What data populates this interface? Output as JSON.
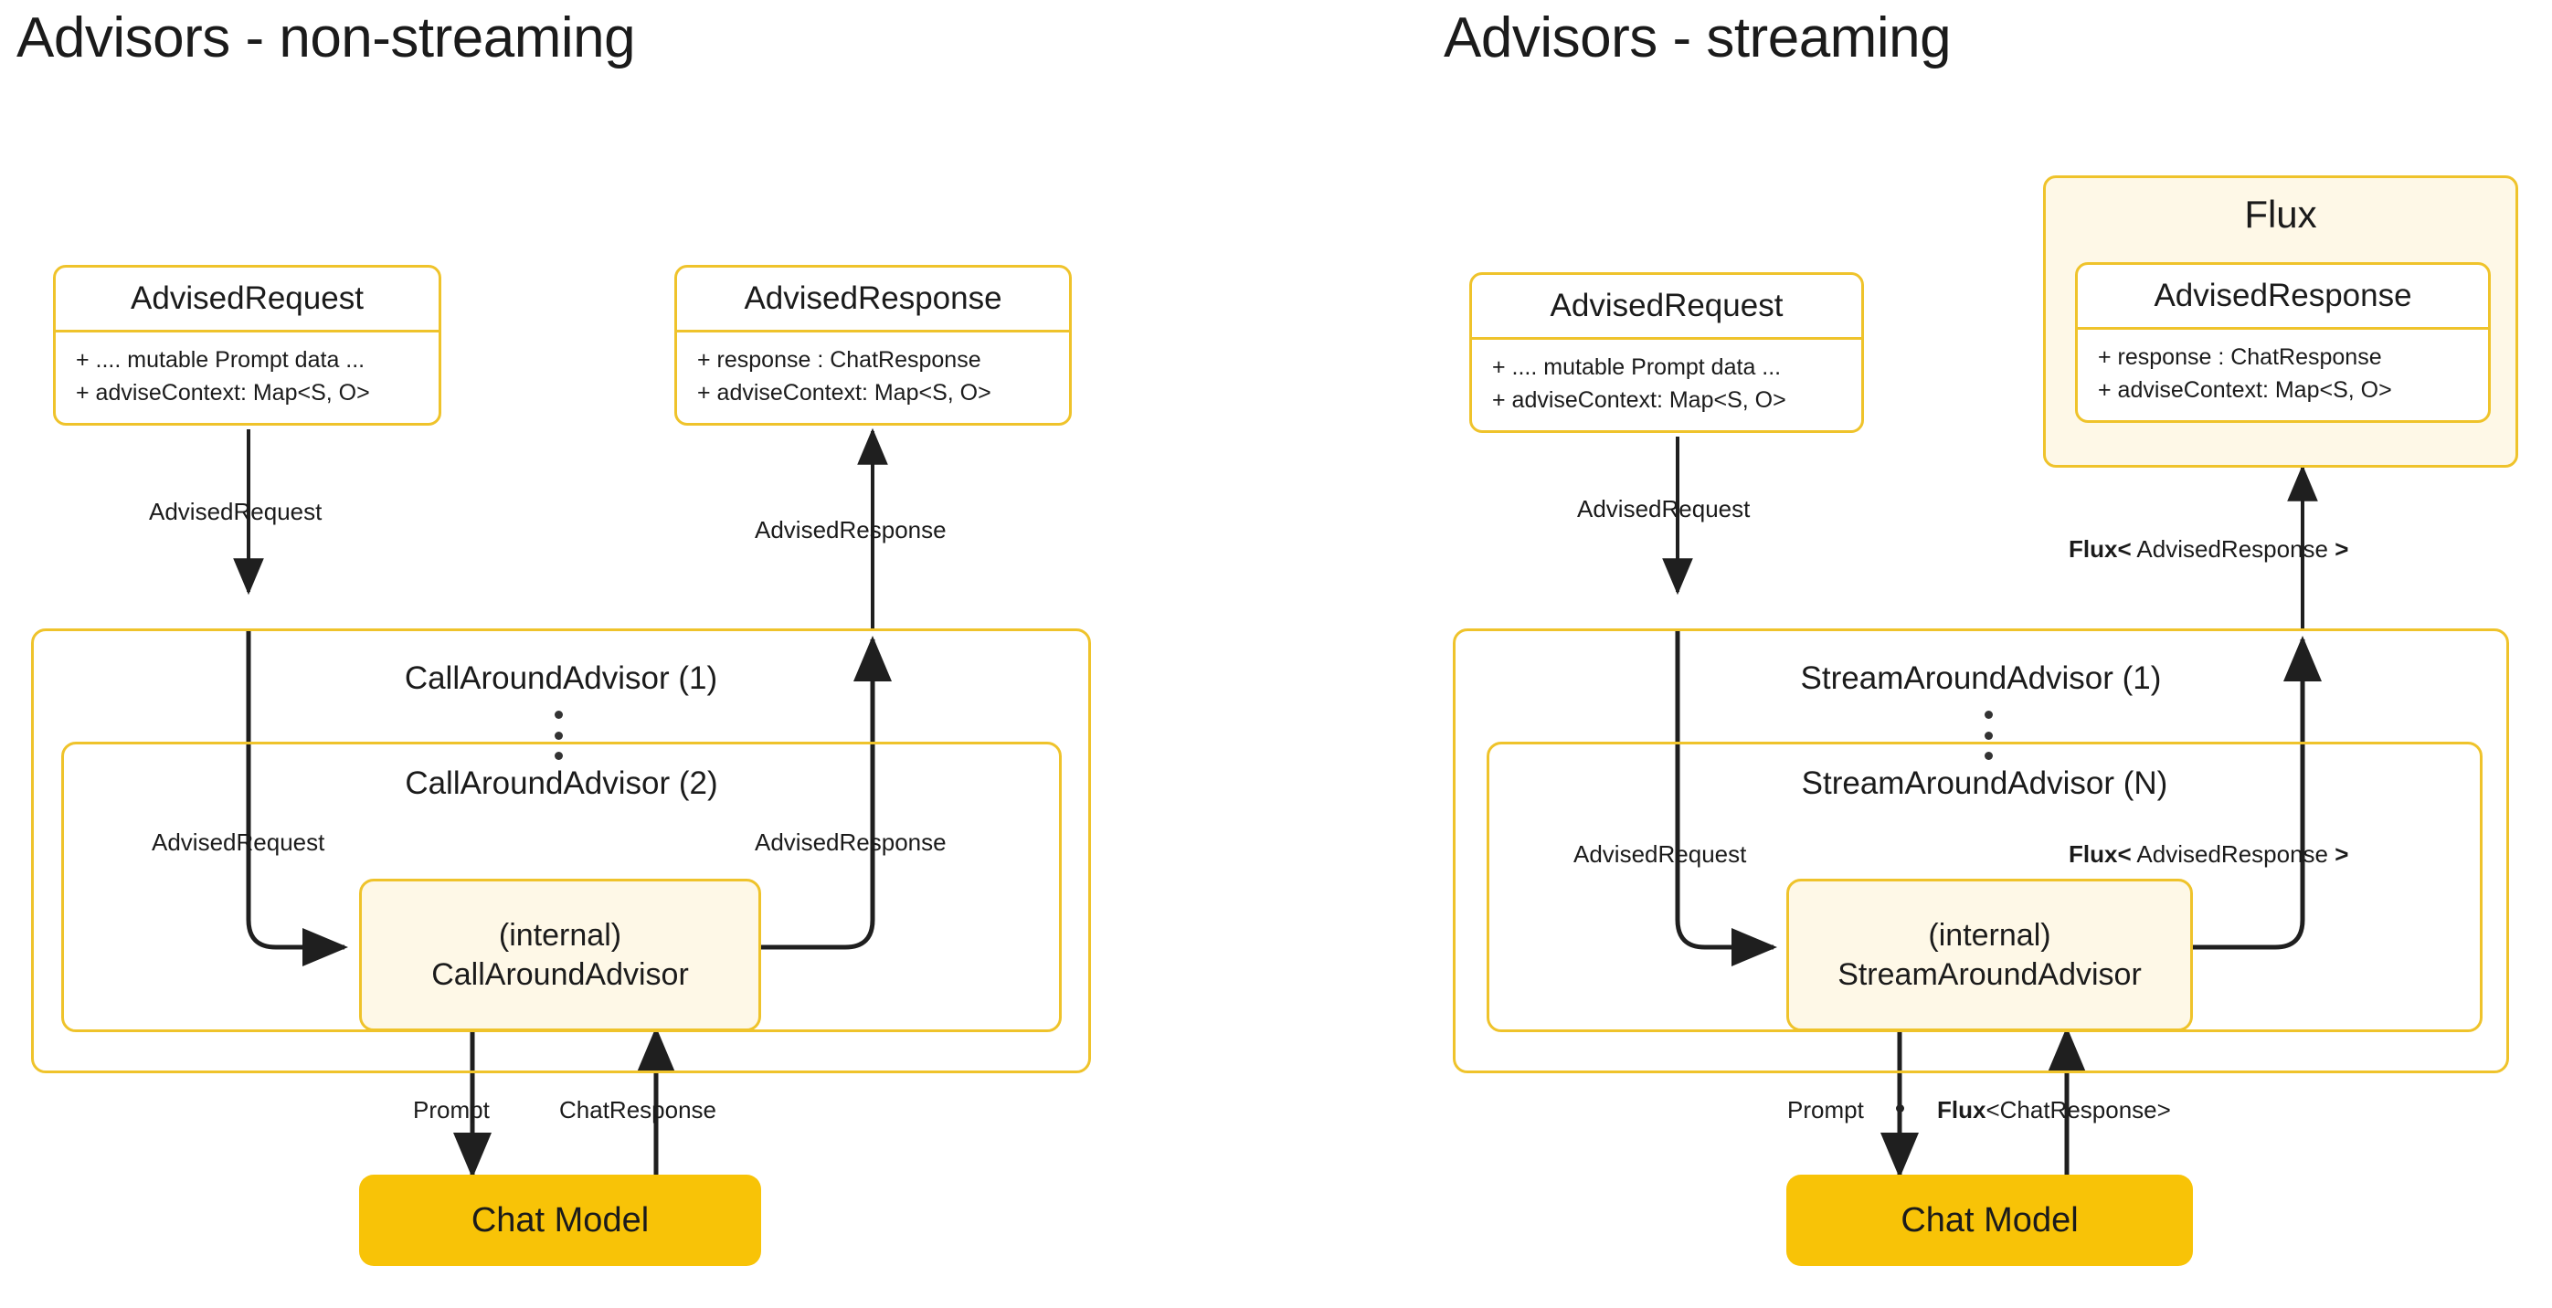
{
  "panels": [
    {
      "title": "Advisors - non-streaming",
      "request_box": {
        "title": "AdvisedRequest",
        "attrs": [
          "+ .... mutable Prompt data ...",
          "+ adviseContext: Map<S, O>"
        ]
      },
      "response_box": {
        "title": "AdvisedResponse",
        "attrs": [
          "+ response : ChatResponse",
          "+ adviseContext: Map<S, O>"
        ]
      },
      "advisor_outer_label": "CallAroundAdvisor (1)",
      "advisor_inner_label": "CallAroundAdvisor (2)",
      "internal_node": {
        "line1": "(internal)",
        "line2": "CallAroundAdvisor"
      },
      "chat_model_label": "Chat Model",
      "edges": {
        "request_to_outer": "AdvisedRequest",
        "outer_to_response": "AdvisedResponse",
        "inner_request": "AdvisedRequest",
        "inner_response": "AdvisedResponse",
        "prompt": "Prompt",
        "chat_response_plain": "ChatResponse"
      }
    },
    {
      "title": "Advisors - streaming",
      "request_box": {
        "title": "AdvisedRequest",
        "attrs": [
          "+ .... mutable Prompt data ...",
          "+ adviseContext: Map<S, O>"
        ]
      },
      "flux_label": "Flux",
      "response_box": {
        "title": "AdvisedResponse",
        "attrs": [
          "+ response : ChatResponse",
          "+ adviseContext: Map<S, O>"
        ]
      },
      "advisor_outer_label": "StreamAroundAdvisor (1)",
      "advisor_inner_label": "StreamAroundAdvisor (N)",
      "internal_node": {
        "line1": "(internal)",
        "line2": "StreamAroundAdvisor"
      },
      "chat_model_label": "Chat Model",
      "edges": {
        "request_to_outer": "AdvisedRequest",
        "outer_to_flux_bold": "Flux<",
        "outer_to_flux_mid": " AdvisedResponse ",
        "outer_to_flux_close": ">",
        "inner_request": "AdvisedRequest",
        "inner_flux_bold": "Flux<",
        "inner_flux_mid": " AdvisedResponse ",
        "inner_flux_close": ">",
        "prompt": "Prompt",
        "chat_flux_bold": "Flux",
        "chat_flux_rest": "<ChatResponse>"
      }
    }
  ],
  "colors": {
    "accent_border": "#EFC32B",
    "cream_fill": "#FEF8E7",
    "gold_fill": "#F8C307",
    "line": "#1f1f1f",
    "text": "#1b1b1b"
  }
}
